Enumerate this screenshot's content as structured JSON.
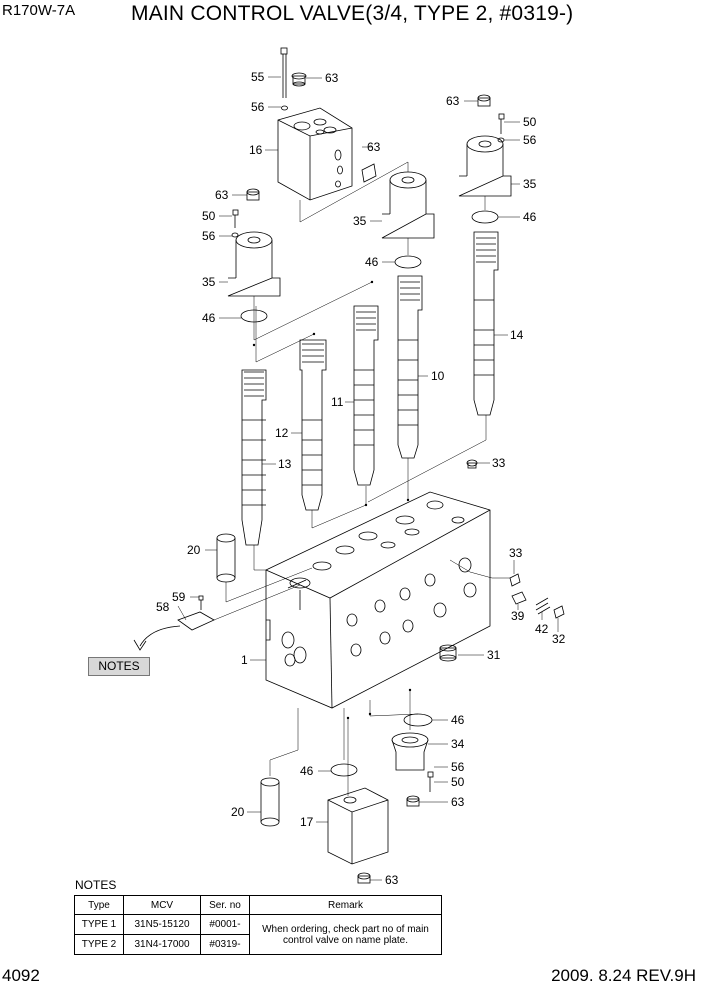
{
  "header": {
    "model": "R170W-7A",
    "title": "MAIN CONTROL VALVE(3/4, TYPE 2, #0319-)"
  },
  "footer": {
    "page_number": "4092",
    "revision": "2009. 8.24  REV.9H"
  },
  "callouts": {
    "c55": "55",
    "c63a": "63",
    "c56a": "56",
    "c16": "16",
    "c63b": "63",
    "c63c": "63",
    "c50a": "50",
    "c56b": "56",
    "c35a": "35",
    "c46a": "46",
    "c35b": "35",
    "c46b": "46",
    "c63d": "63",
    "c50b": "50",
    "c56c": "56",
    "c35c": "35",
    "c46c": "46",
    "c14": "14",
    "c10": "10",
    "c11": "11",
    "c12": "12",
    "c13": "13",
    "c20a": "20",
    "c33a": "33",
    "c33b": "33",
    "c39": "39",
    "c42": "42",
    "c32": "32",
    "c59": "59",
    "c58": "58",
    "c1": "1",
    "c31": "31",
    "c46d": "46",
    "c34": "34",
    "c56d": "56",
    "c50c": "50",
    "c63e": "63",
    "c46e": "46",
    "c20b": "20",
    "c17": "17",
    "c63f": "63"
  },
  "notes_box": {
    "label": "NOTES"
  },
  "notes": {
    "caption": "NOTES",
    "headers": [
      "Type",
      "MCV",
      "Ser. no",
      "Remark"
    ],
    "rows": [
      [
        "TYPE 1",
        "31N5-15120",
        "#0001-"
      ],
      [
        "TYPE 2",
        "31N4-17000",
        "#0319-"
      ]
    ],
    "remark": "When ordering, check part no of main control valve on name plate."
  }
}
